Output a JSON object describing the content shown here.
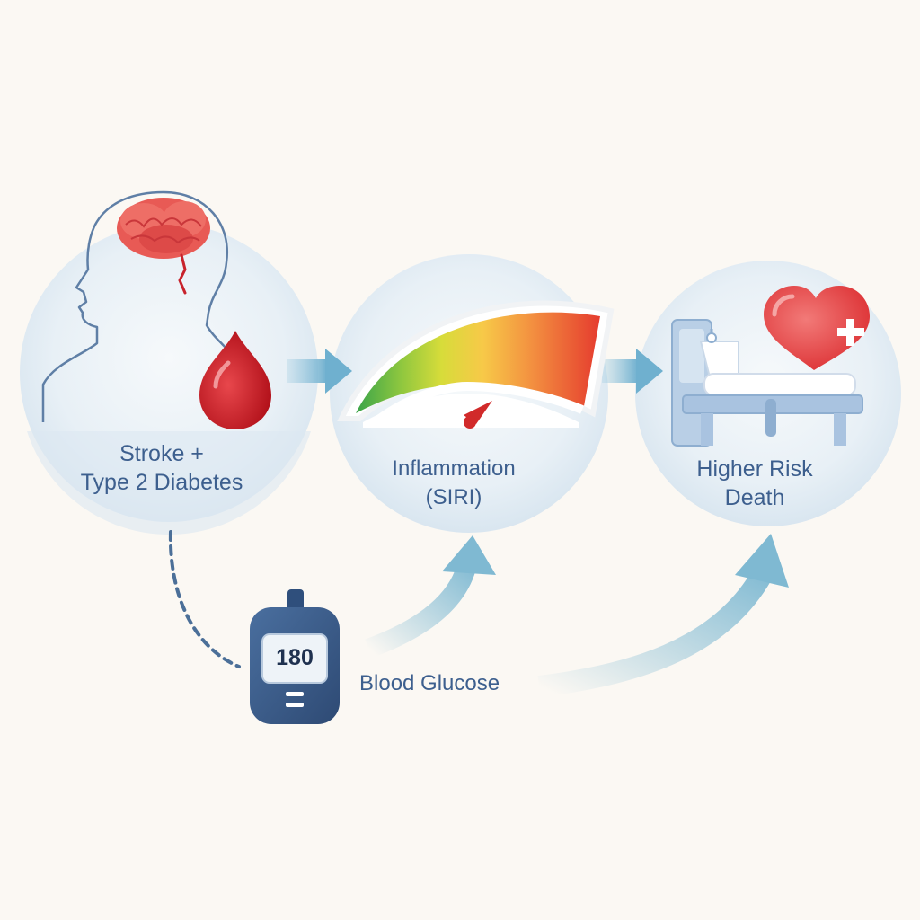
{
  "stages": [
    {
      "line1": "Stroke +",
      "line2": "Type 2 Diabetes"
    },
    {
      "line1": "Inflammation",
      "line2": "(SIRI)"
    },
    {
      "line1": "Higher Risk",
      "line2": "Death"
    }
  ],
  "glucose": {
    "label": "Blood Glucose",
    "meter_reading": "180"
  },
  "colors": {
    "text": "#3d5f8e",
    "arrow": "#7fb9d2",
    "circle_fill": "#e6eff6",
    "blood": "#c8232c",
    "brain": "#e2504f",
    "heart": "#e23b3d",
    "meter_body": "#3c5d8c",
    "gauge_needle": "#d12a2a"
  },
  "icons": [
    "head-silhouette-icon",
    "brain-icon",
    "blood-drop-icon",
    "gauge-icon",
    "hospital-bed-icon",
    "heart-plus-icon",
    "glucose-meter-icon"
  ]
}
